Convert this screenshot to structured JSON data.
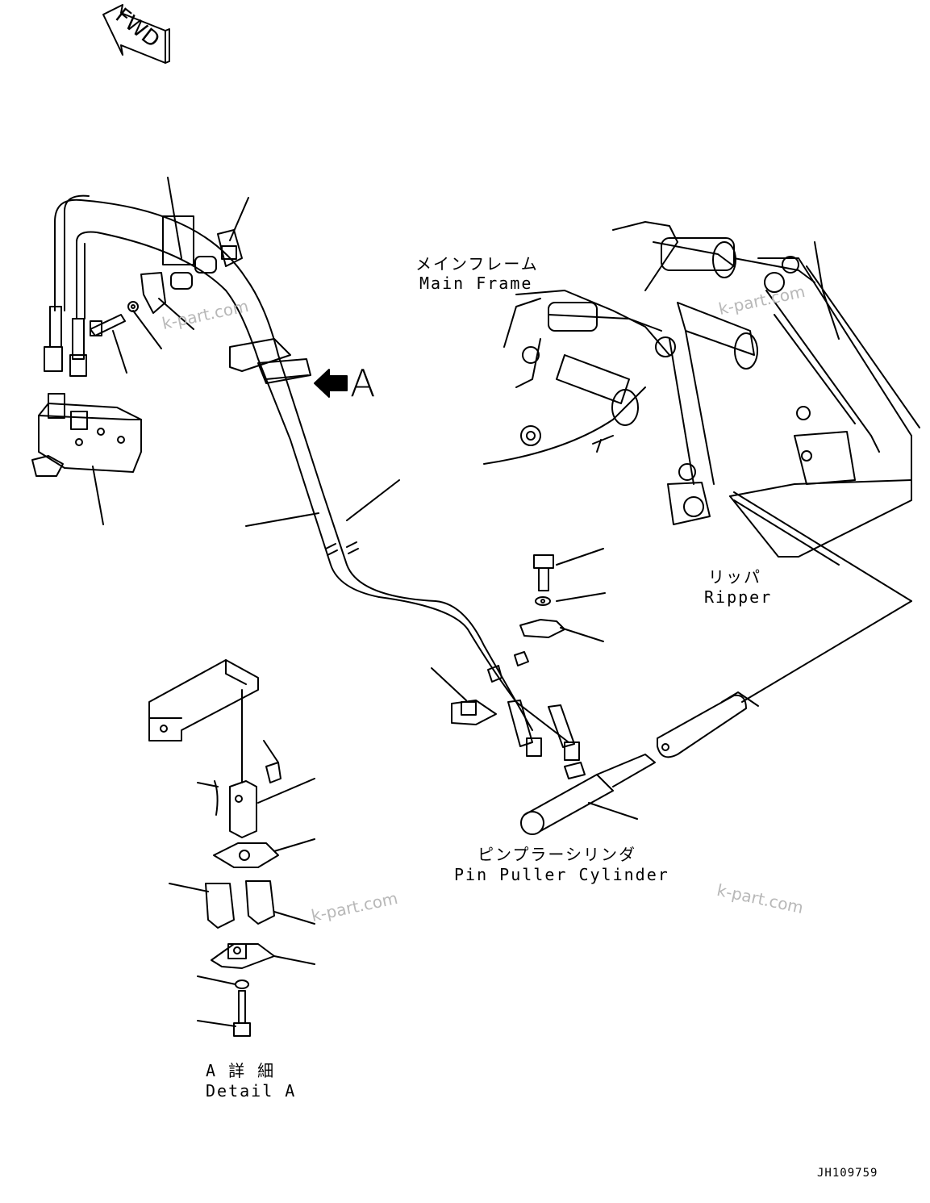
{
  "direction_marker": {
    "label": "FWD"
  },
  "labels": {
    "main_frame_jp": "メインフレーム",
    "main_frame_en": "Main Frame",
    "ripper_jp": "リッパ",
    "ripper_en": "Ripper",
    "pin_puller_jp": "ピンプラーシリンダ",
    "pin_puller_en": "Pin Puller Cylinder",
    "detail_jp": "A 詳 細",
    "detail_en": "Detail A",
    "view_callout": "A"
  },
  "watermark": "k-part.com",
  "drawing_code": "JH109759",
  "colors": {
    "line": "#000000",
    "watermark": "#b8b8b8",
    "background": "#ffffff"
  }
}
